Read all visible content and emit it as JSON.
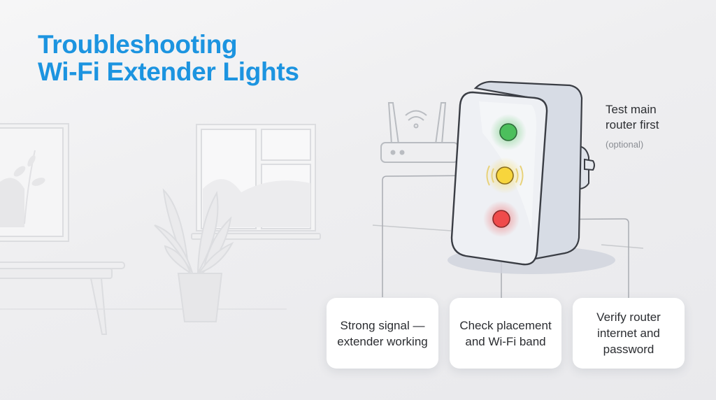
{
  "title": {
    "line1": "Troubleshooting",
    "line2": "Wi-Fi Extender Lights"
  },
  "side_note": {
    "text_line1": "Test main",
    "text_line2": "router first",
    "subtext": "(optional)"
  },
  "lights": [
    {
      "color_name": "green",
      "color": "#4cbf5c"
    },
    {
      "color_name": "yellow",
      "color": "#f7d53c"
    },
    {
      "color_name": "red",
      "color": "#ef4b4b"
    }
  ],
  "cards": [
    {
      "text": "Strong signal — extender working"
    },
    {
      "text": "Check placement and Wi-Fi band"
    },
    {
      "text": "Verify router internet and password"
    }
  ],
  "colors": {
    "title": "#1c94e0",
    "background": "#efeff1",
    "card": "#ffffff",
    "connector": "#a9acb2"
  }
}
